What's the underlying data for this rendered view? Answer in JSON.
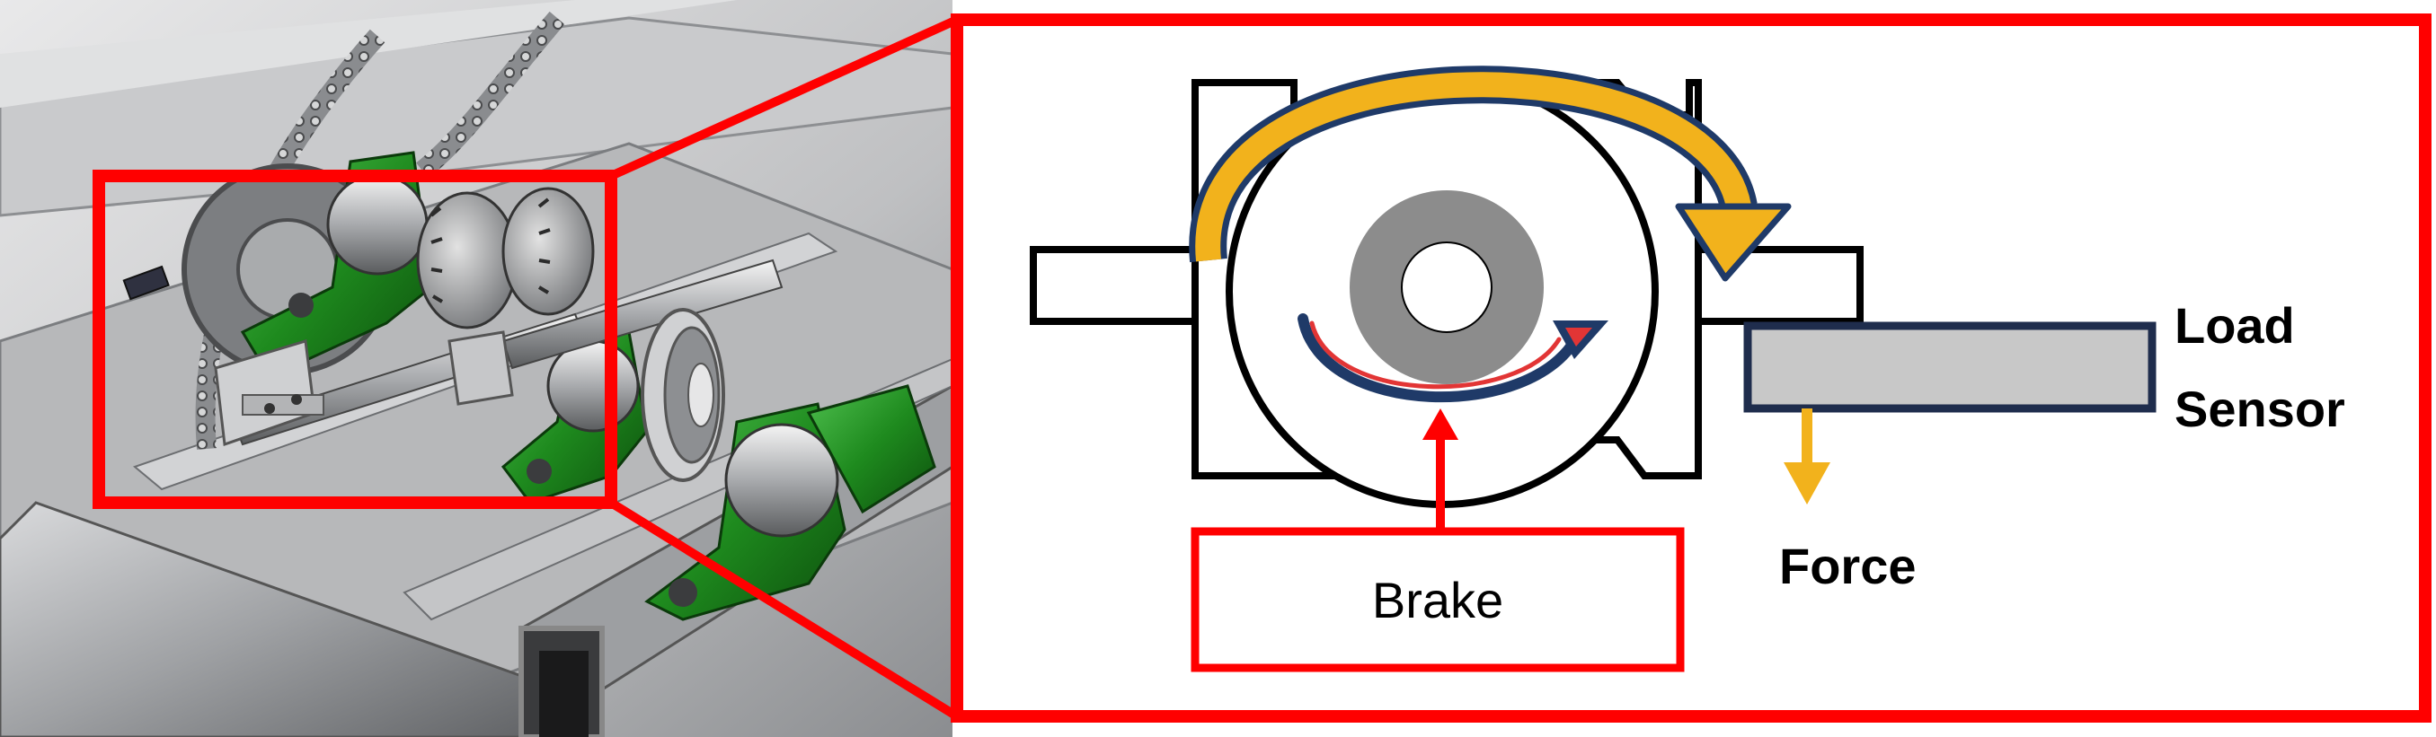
{
  "labels": {
    "brake": "Brake",
    "load_sensor_line1": "Load",
    "load_sensor_line2": "Sensor",
    "force": "Force"
  },
  "colors": {
    "highlight_red": "#ff0000",
    "arrow_gold": "#f2b21c",
    "arrow_navy": "#1f3a68",
    "disc_gray": "#8c8c8c",
    "sensor_fill": "#c8c8c8",
    "frame_green": "#2e8b2e",
    "steel": "#a9abae"
  },
  "icons": {
    "rotation_top": "curved-arrow-clockwise-icon",
    "rotation_inner": "curved-arrow-clockwise-icon",
    "force": "arrow-down-icon"
  }
}
